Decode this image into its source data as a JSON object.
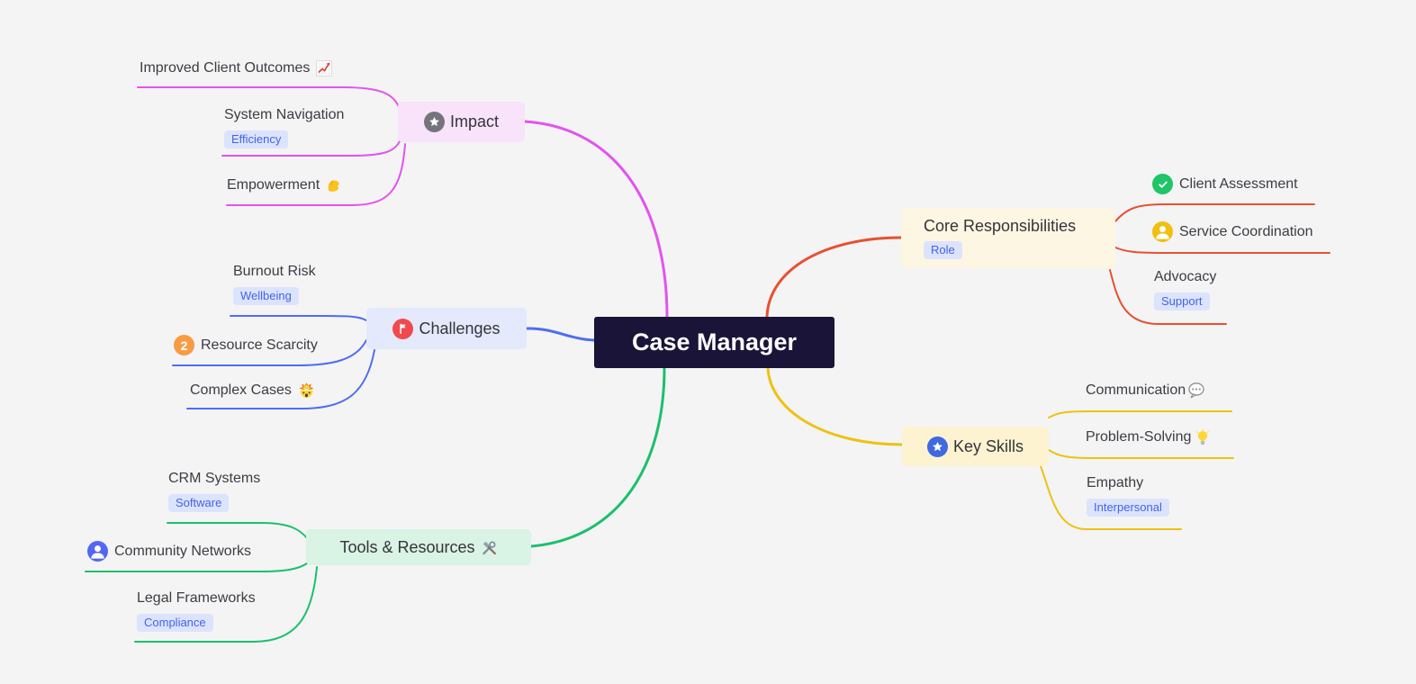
{
  "canvas": {
    "background": "#f4f4f5"
  },
  "center": {
    "label": "Case Manager",
    "bg": "#191438",
    "text_color": "#ffffff"
  },
  "badge_style": {
    "bg": "#dce3fd",
    "text": "#4263eb"
  },
  "branches": [
    {
      "id": "impact",
      "label": "Impact",
      "icon": "star",
      "icon_bg": "#75747c",
      "color": "#e353ee",
      "node_bg": "#f8e3fb",
      "children": [
        {
          "label": "Improved Client Outcomes",
          "emoji": "📈",
          "emoji_name": "chart-increasing"
        },
        {
          "label": "System Navigation",
          "badge": "Efficiency"
        },
        {
          "label": "Empowerment",
          "emoji": "💪",
          "emoji_name": "flexed-biceps"
        }
      ]
    },
    {
      "id": "challenges",
      "label": "Challenges",
      "icon": "flag",
      "icon_bg": "#f0494f",
      "color": "#4e6df2",
      "node_bg": "#e4e9fc",
      "children": [
        {
          "label": "Burnout Risk",
          "badge": "Wellbeing"
        },
        {
          "label": "Resource Scarcity",
          "marker": "2",
          "marker_bg": "#f79b44"
        },
        {
          "label": "Complex Cases",
          "emoji": "🤯",
          "emoji_name": "exploding-head"
        }
      ]
    },
    {
      "id": "tools-resources",
      "label": "Tools & Resources",
      "emoji": "🛠️",
      "emoji_name": "hammer-and-wrench",
      "color": "#1ac06b",
      "node_bg": "#d9f3e4",
      "children": [
        {
          "label": "CRM Systems",
          "badge": "Software"
        },
        {
          "label": "Community Networks",
          "icon": "person",
          "icon_bg": "#5267f2"
        },
        {
          "label": "Legal Frameworks",
          "badge": "Compliance"
        }
      ]
    },
    {
      "id": "core-responsibilities",
      "label": "Core Responsibilities",
      "badge": "Role",
      "color": "#e85030",
      "node_bg": "#fdf6e2",
      "children": [
        {
          "label": "Client Assessment",
          "icon": "check",
          "icon_bg": "#1fc566"
        },
        {
          "label": "Service Coordination",
          "icon": "person",
          "icon_bg": "#efc00d"
        },
        {
          "label": "Advocacy",
          "badge": "Support"
        }
      ]
    },
    {
      "id": "key-skills",
      "label": "Key Skills",
      "icon": "star",
      "icon_bg": "#3e69e1",
      "color": "#edc211",
      "node_bg": "#fdf3d0",
      "children": [
        {
          "label": "Communication",
          "emoji": "💬",
          "emoji_name": "speech-balloon"
        },
        {
          "label": "Problem-Solving",
          "emoji": "💡",
          "emoji_name": "light-bulb"
        },
        {
          "label": "Empathy",
          "badge": "Interpersonal"
        }
      ]
    }
  ]
}
